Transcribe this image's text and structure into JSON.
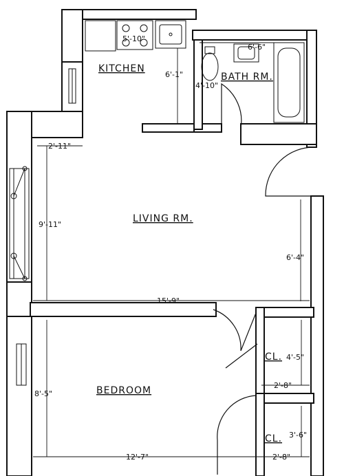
{
  "rooms": {
    "kitchen": "KITCHEN",
    "bath": "BATH RM.",
    "living": "LIVING RM.",
    "bedroom": "BEDROOM",
    "closet1": "CL.",
    "closet2": "CL."
  },
  "dimensions": {
    "range_width": "5'-10\"",
    "kitchen_depth": "6'-1\"",
    "bath_width": "6'-6\"",
    "bath_depth": "4'-10\"",
    "entry_width": "2'-11\"",
    "living_depth": "9'-11\"",
    "living_side": "6'-4\"",
    "living_width": "15'-9\"",
    "closet1_depth": "4'-5\"",
    "closet1_width": "2'-8\"",
    "bedroom_depth": "8'-5\"",
    "closet2_depth": "3'-6\"",
    "bedroom_width": "12'-7\"",
    "closet2_width": "2'-8\""
  }
}
